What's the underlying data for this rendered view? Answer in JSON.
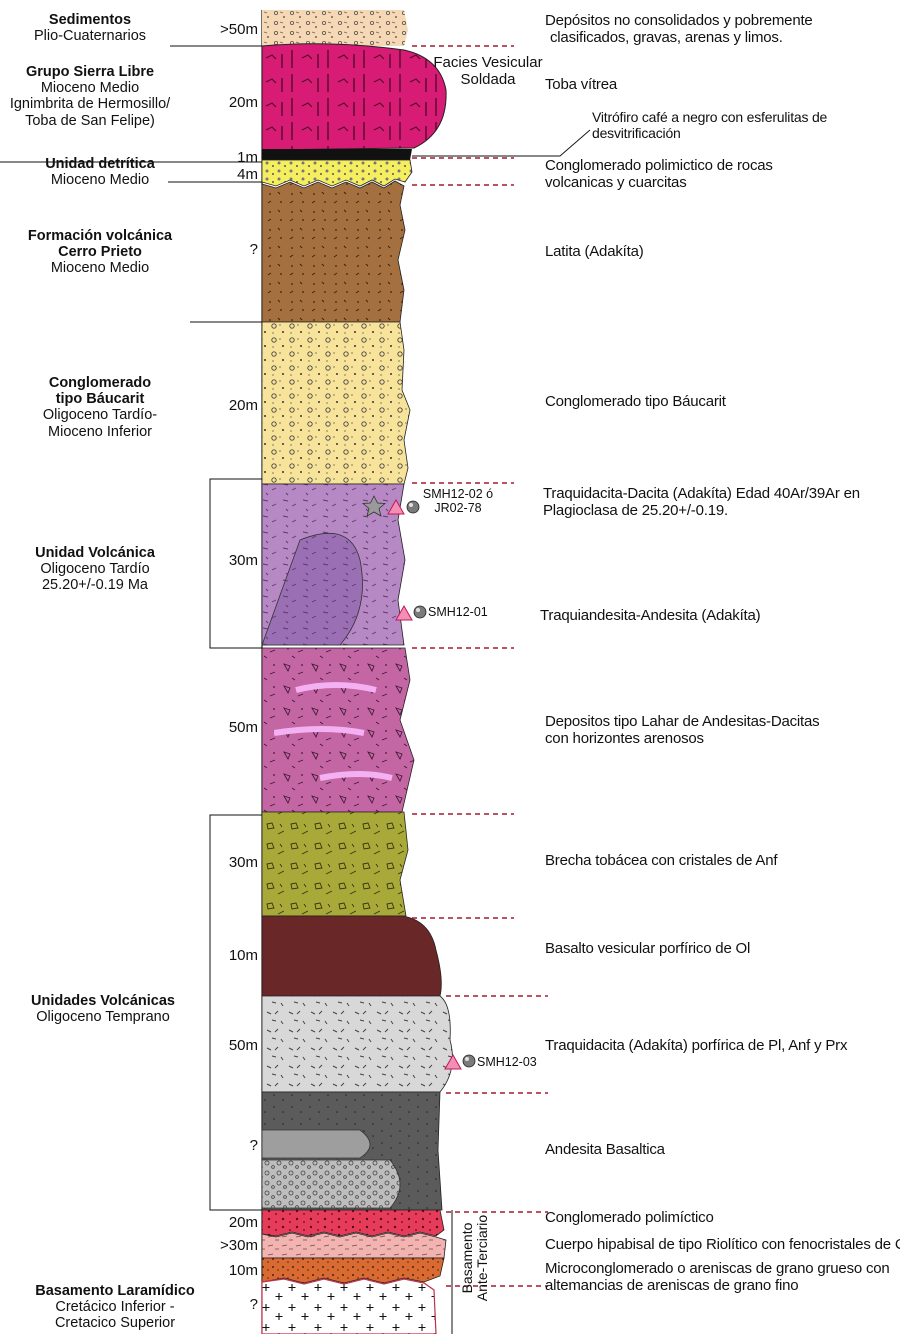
{
  "units": [
    {
      "name": "Sedimentos",
      "age": "Plio-Cuaternarios"
    },
    {
      "name": "Grupo Sierra Libre",
      "age": "Mioceno Medio",
      "extra": [
        "Ignimbrita de Hermosillo/",
        "Toba de San Felipe)"
      ]
    },
    {
      "name": "Unidad detrítica",
      "age": "Mioceno Medio"
    },
    {
      "name": [
        "Formación volcánica",
        "Cerro Prieto"
      ],
      "age": "Mioceno Medio"
    },
    {
      "name": [
        "Conglomerado",
        "tipo Báucarit"
      ],
      "age": [
        "Oligoceno Tardío-",
        "Mioceno Inferior"
      ]
    },
    {
      "name": "Unidad Volcánica",
      "age": [
        "Oligoceno Tardío",
        "25.20+/-0.19 Ma"
      ]
    },
    {
      "name": "Unidades Volcánicas",
      "age": "Oligoceno Temprano"
    },
    {
      "name": "Basamento Laramídico",
      "age": [
        "Cretácico Inferior -",
        "Cretacico Superior"
      ]
    }
  ],
  "thicknesses": [
    ">50m",
    "20m",
    "1m",
    "4m",
    "?",
    "20m",
    "30m",
    "50m",
    "30m",
    "10m",
    "50m",
    "?",
    "20m",
    ">30m",
    "10m",
    "?"
  ],
  "descriptions": [
    [
      "Depósitos no consolidados y pobremente",
      "clasificados, gravas, arenas y limos."
    ],
    [
      "Toba vítrea"
    ],
    [
      "Vitrófiro café a negro con esferulitas de",
      "desvitrificación"
    ],
    [
      "Conglomerado polimictico de rocas",
      "volcanicas y cuarcitas"
    ],
    [
      "Latita (Adakíta)"
    ],
    [
      "Conglomerado tipo Báucarit"
    ],
    [
      "Traquidacita-Dacita (Adakíta) Edad 40Ar/39Ar en",
      "Plagioclasa de 25.20+/-0.19."
    ],
    [
      "Traquiandesita-Andesita (Adakíta)"
    ],
    [
      "Depositos tipo Lahar de Andesitas-Dacitas",
      "con horizontes arenosos"
    ],
    [
      "Brecha tobácea con cristales de Anf"
    ],
    [
      "Basalto vesicular porfírico de Ol"
    ],
    [
      "Traquidacita (Adakíta) porfírica de Pl, Anf y Prx"
    ],
    [
      "Andesita Basaltica"
    ],
    [
      "Conglomerado polimíctico"
    ],
    [
      "Cuerpo hipabisal de tipo Riolítico con fenocristales de C"
    ],
    [
      "Microconglomerado o areniscas de grano grueso con",
      "altemancias de areniscas de grano fino"
    ]
  ],
  "facies_note": [
    "Facies Vesicular",
    "Soldada"
  ],
  "samples": [
    [
      "SMH12-02 ó",
      "JR02-78"
    ],
    [
      "SMH12-01"
    ],
    [
      "SMH12-03"
    ]
  ],
  "basement_label": [
    "Basamento",
    "Ante-Terciario"
  ],
  "colors": {
    "sedimentos": "#f6d9b4",
    "toba": "#d81b75",
    "vitrofiro": "#111111",
    "detritica": "#f4ee60",
    "latita": "#a4703f",
    "baucarit": "#f7e39a",
    "traquidacita": "#b689c4",
    "traquiandesita": "#9a6fb4",
    "lahar": "#c466a4",
    "brecha": "#a9a93a",
    "basalto": "#6a2727",
    "traquidacita_pl": "#d8d8d8",
    "andesita": "#5b5b5b",
    "polimictico": "#e63b59",
    "riolitico": "#f2b4b0",
    "micro": "#d96b32",
    "basamento": "#ffffff",
    "sample_triangle": "#f38fb5",
    "contact_line": "#a31a2f"
  }
}
